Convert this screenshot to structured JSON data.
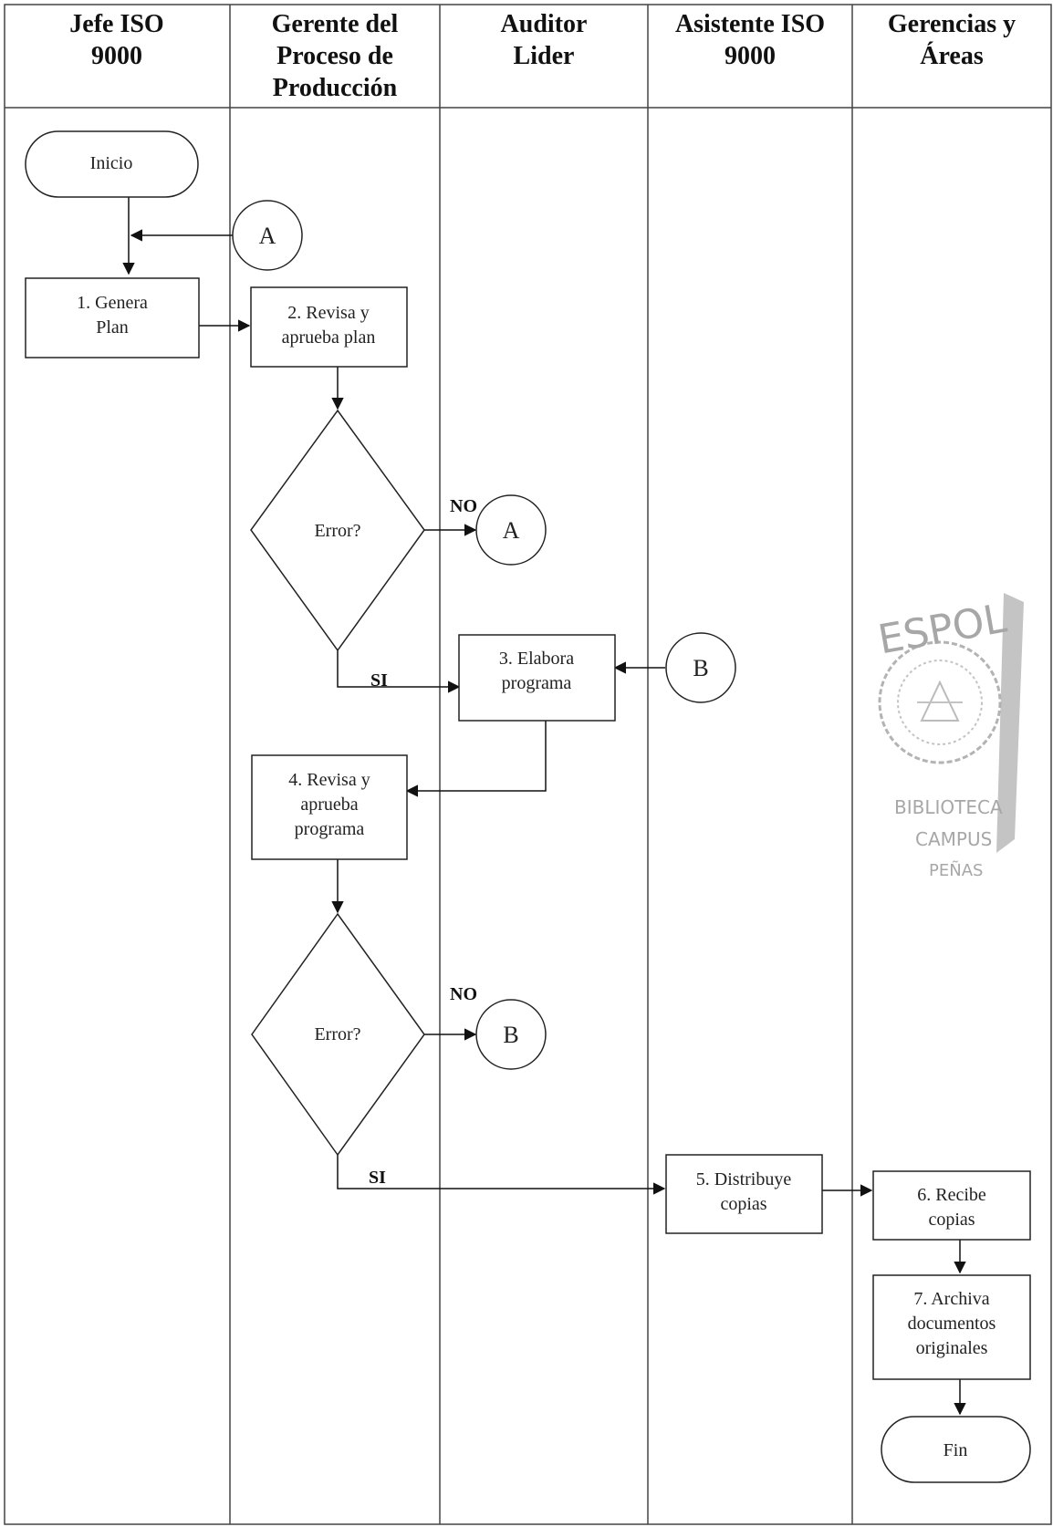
{
  "lanes": [
    {
      "title_lines": [
        "Jefe ISO",
        "9000"
      ]
    },
    {
      "title_lines": [
        "Gerente del",
        "Proceso de",
        "Producción"
      ]
    },
    {
      "title_lines": [
        "Auditor",
        "Lider"
      ]
    },
    {
      "title_lines": [
        "Asistente ISO",
        "9000"
      ]
    },
    {
      "title_lines": [
        "Gerencias y",
        "Áreas"
      ]
    }
  ],
  "nodes": {
    "start": {
      "lines": [
        "Inicio"
      ]
    },
    "conn_a_top": {
      "lines": [
        "A"
      ]
    },
    "step1": {
      "lines": [
        "1. Genera",
        "Plan"
      ]
    },
    "step2": {
      "lines": [
        "2. Revisa y",
        "aprueba plan"
      ]
    },
    "decision1": {
      "lines": [
        "Error?"
      ]
    },
    "conn_a_mid": {
      "lines": [
        "A"
      ]
    },
    "step3": {
      "lines": [
        "3. Elabora",
        "programa"
      ]
    },
    "conn_b_right": {
      "lines": [
        "B"
      ]
    },
    "step4": {
      "lines": [
        "4. Revisa y",
        "aprueba",
        "programa"
      ]
    },
    "decision2": {
      "lines": [
        "Error?"
      ]
    },
    "conn_b_mid": {
      "lines": [
        "B"
      ]
    },
    "step5": {
      "lines": [
        "5. Distribuye",
        "copias"
      ]
    },
    "step6": {
      "lines": [
        "6. Recibe",
        "copias"
      ]
    },
    "step7": {
      "lines": [
        "7. Archiva",
        "documentos",
        "originales"
      ]
    },
    "end": {
      "lines": [
        "Fin"
      ]
    }
  },
  "edge_labels": {
    "d1_no": "NO",
    "d1_si": "SI",
    "d2_no": "NO",
    "d2_si": "SI"
  },
  "stamp": {
    "top": "ESPOL",
    "line1": "BIBLIOTECA",
    "line2": "CAMPUS",
    "line3": "PEÑAS"
  }
}
